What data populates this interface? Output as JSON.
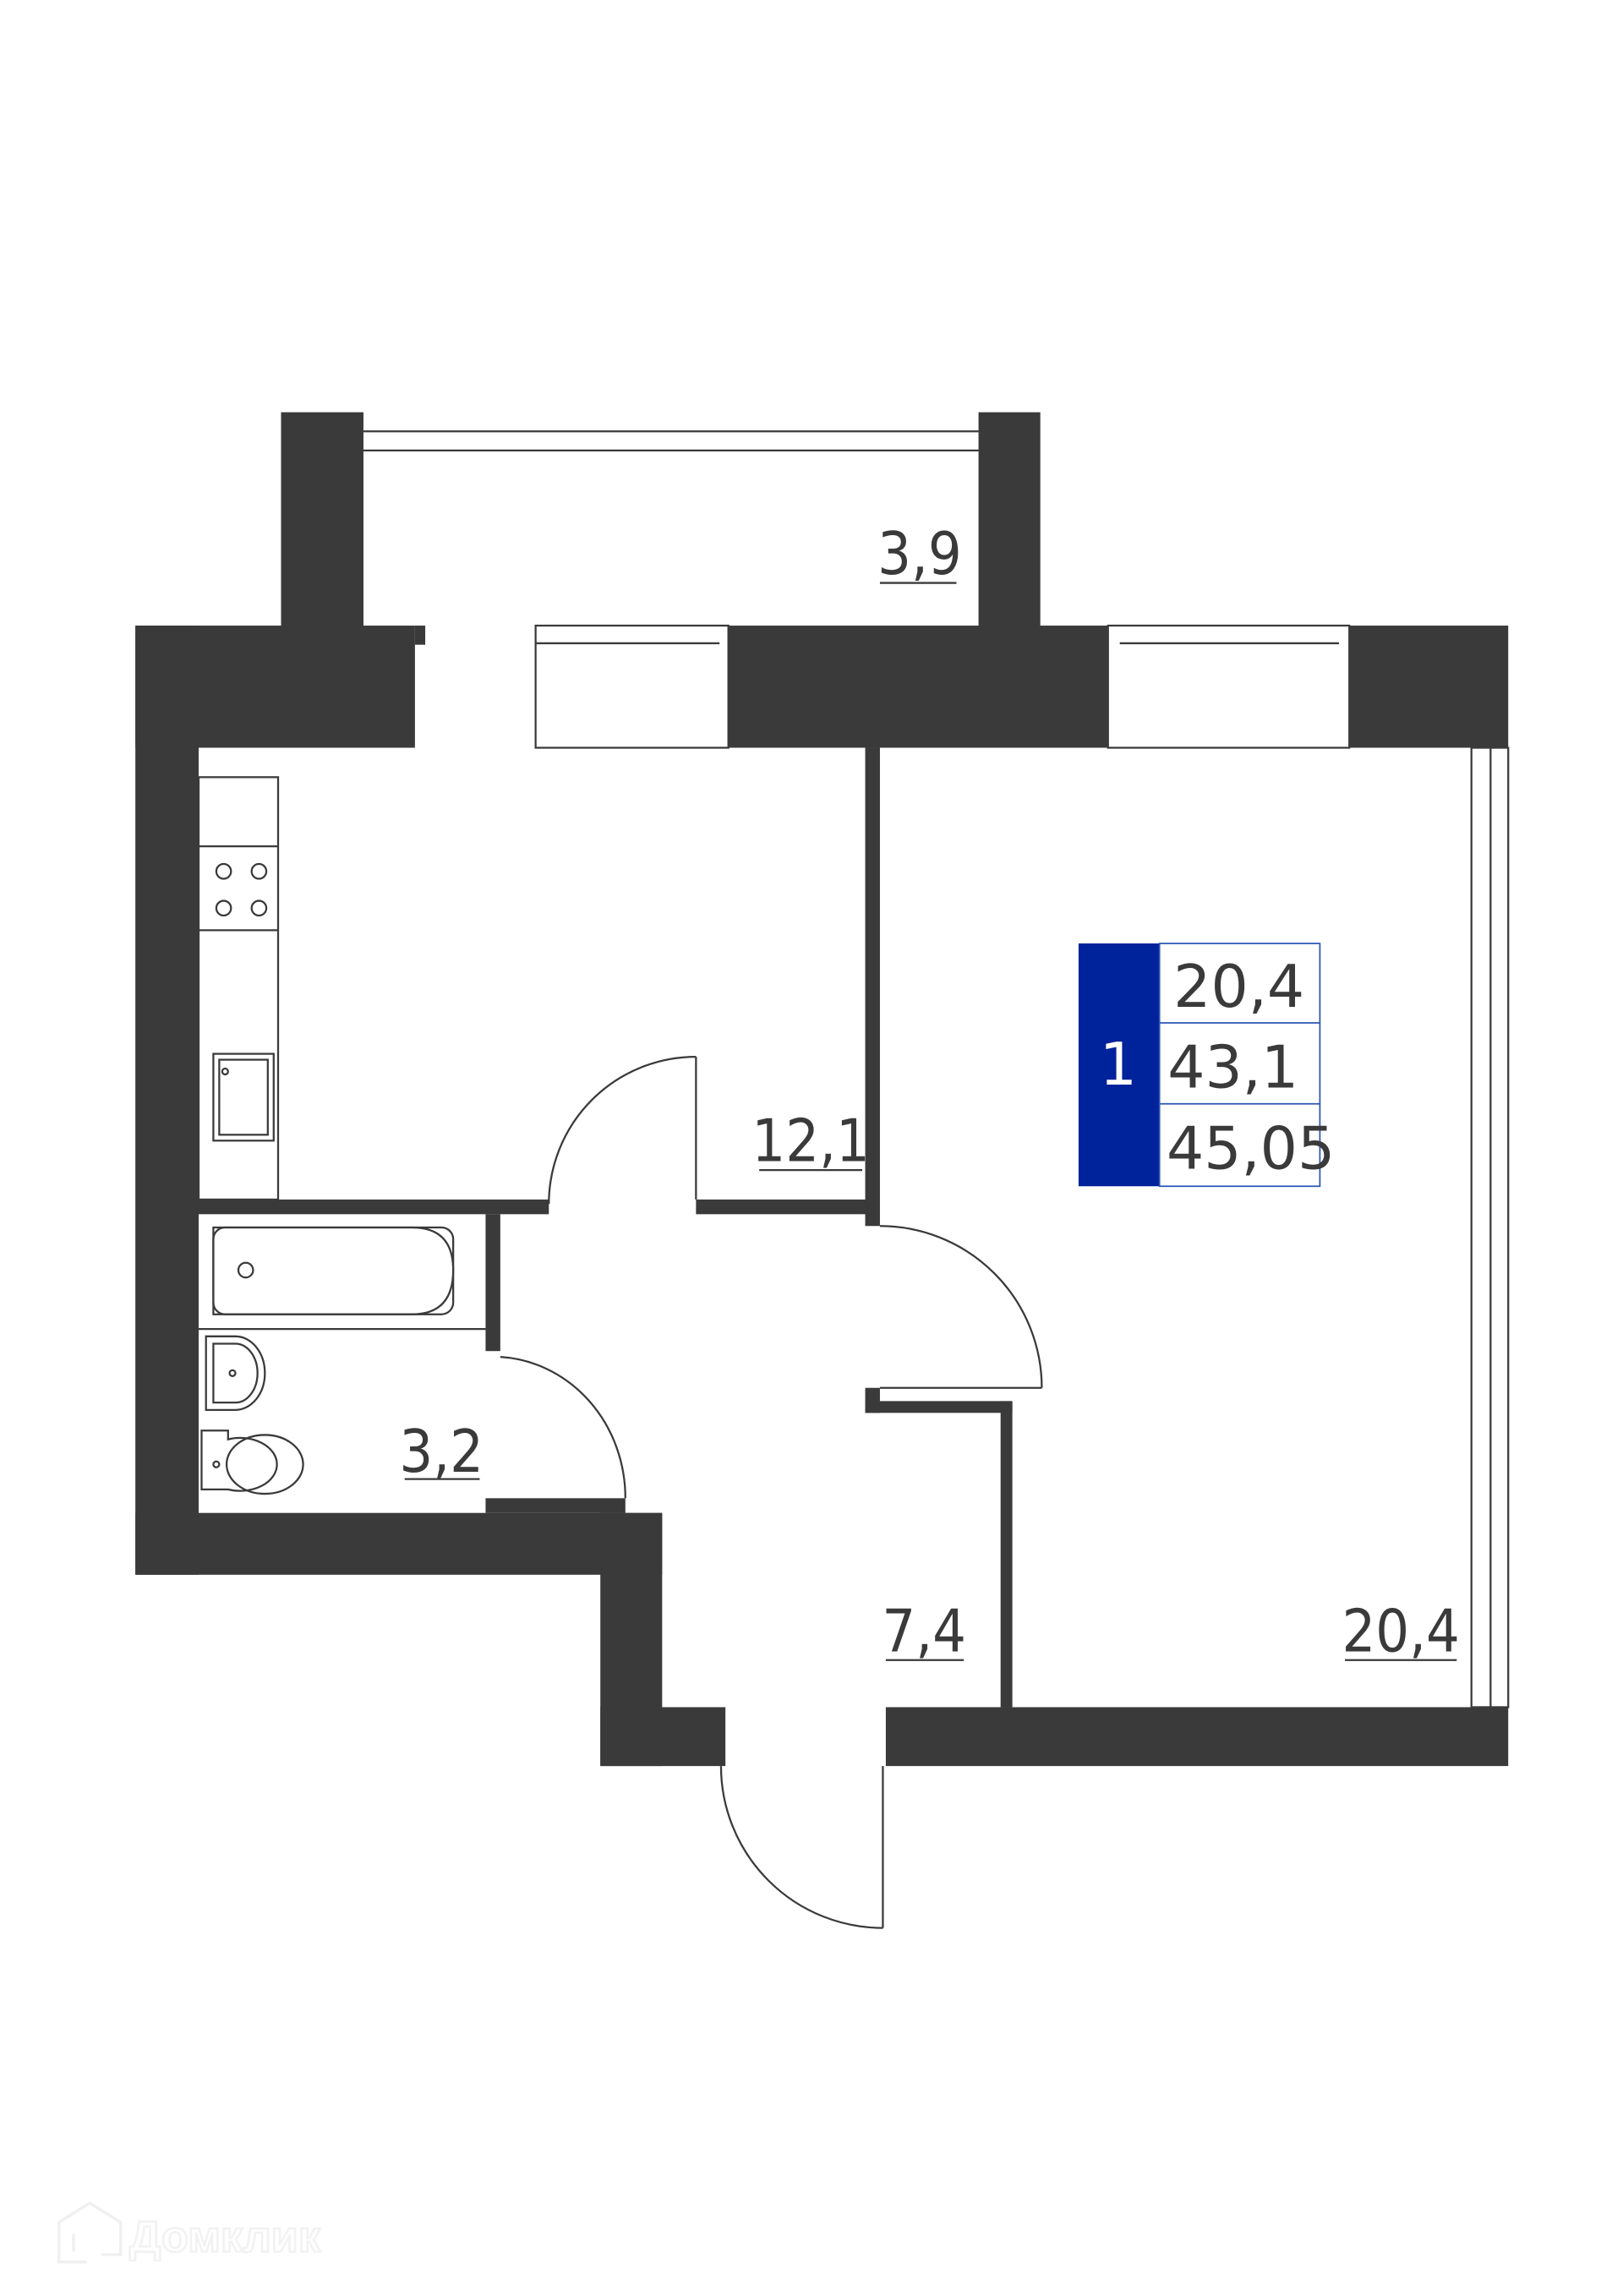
{
  "plan": {
    "wall_color": "#3a3a3a",
    "rooms": [
      {
        "id": "balcony",
        "area": "3,9"
      },
      {
        "id": "kitchen",
        "area": "12,1"
      },
      {
        "id": "bathroom",
        "area": "3,2"
      },
      {
        "id": "hallway",
        "area": "7,4"
      },
      {
        "id": "living-room",
        "area": "20,4"
      }
    ],
    "info_box": {
      "rooms_count": "1",
      "living_area": "20,4",
      "total_area": "43,1",
      "total_with_balcony": "45,05",
      "accent_color": "#00229a"
    }
  },
  "watermark": {
    "text": "Домклик",
    "icon": "house-logo-icon"
  }
}
